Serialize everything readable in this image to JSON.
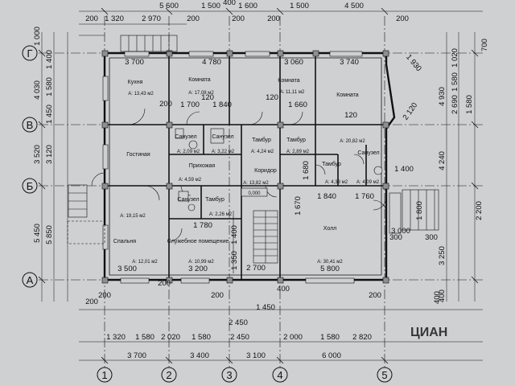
{
  "colors": {
    "paper": "#cfd0d2",
    "ink": "#111111",
    "wall_fill": "#8e8f91",
    "watermark": "#e6e6e6"
  },
  "watermark": "ЦИАН",
  "axes": {
    "vertical": [
      "1",
      "2",
      "3",
      "4",
      "5"
    ],
    "horizontal": [
      "Г",
      "В",
      "Б",
      "А"
    ]
  },
  "rooms": [
    {
      "id": "kitchen",
      "name": "Кухня",
      "area": "A: 13,43 м2"
    },
    {
      "id": "room1",
      "name": "Комната",
      "area": "A: 17,08 м2"
    },
    {
      "id": "room2",
      "name": "Комната",
      "area": "A: 11,11 м2"
    },
    {
      "id": "room3",
      "name": "Комната",
      "area": ""
    },
    {
      "id": "wc1",
      "name": "Санузел",
      "area": "A: 2,09 м2"
    },
    {
      "id": "wc2",
      "name": "Санузел",
      "area": "A: 3,22 м2"
    },
    {
      "id": "vest1",
      "name": "Тамбур",
      "area": "A: 4,24 м2"
    },
    {
      "id": "vest2",
      "name": "Тамбур",
      "area": "A: 2,89 м2"
    },
    {
      "id": "r2082",
      "name": "",
      "area": "A: 20,82 м2"
    },
    {
      "id": "wc3",
      "name": "Санузел",
      "area": ""
    },
    {
      "id": "living",
      "name": "Гостиная",
      "area": ""
    },
    {
      "id": "hallway",
      "name": "Прихожая",
      "area": "A: 4,59 м2"
    },
    {
      "id": "corridor",
      "name": "Коридор",
      "area": "A: 13,82 м2"
    },
    {
      "id": "vest3",
      "name": "Тамбур",
      "area": "A: 4,33 м2"
    },
    {
      "id": "a409",
      "name": "",
      "area": "A: 4,09 м2"
    },
    {
      "id": "wc4",
      "name": "Санузел",
      "area": ""
    },
    {
      "id": "vest4",
      "name": "Тамбур",
      "area": "A: 2,26 м2"
    },
    {
      "id": "a1915",
      "name": "",
      "area": "A: 19,15 м2"
    },
    {
      "id": "bedroom",
      "name": "Спальня",
      "area": "A: 12,01 м2"
    },
    {
      "id": "service",
      "name": "Служебное помещение",
      "area": "A: 10,99 м2"
    },
    {
      "id": "hall",
      "name": "Холл",
      "area": "A: 30,41 м2"
    }
  ],
  "level_mark": "0,000",
  "dims": {
    "top1": [
      "1 320",
      "2 970"
    ],
    "top2": [
      "5 600",
      "1 500",
      "400",
      "1 600",
      "1 500",
      "4 500"
    ],
    "top_misc": [
      "200",
      "200",
      "200",
      "200",
      "200"
    ],
    "bottom1": [
      "1 320",
      "1 580",
      "2 020",
      "1 580",
      "2 450",
      "2 000",
      "1 580",
      "2 820"
    ],
    "bottom2": [
      "3 700",
      "3 400",
      "3 100",
      "6 000"
    ],
    "bottom_misc": [
      "200",
      "200",
      "200",
      "200",
      "400",
      "1 450"
    ],
    "left_outer": [
      "1 000",
      "4 030",
      "3 520",
      "5 450"
    ],
    "left_inner": [
      "1 400",
      "1 580",
      "1 450",
      "3 120",
      "5 850"
    ],
    "right_outer": [
      "700",
      "4 930",
      "4 240",
      "2 200",
      "3 250",
      "400"
    ],
    "right_inner": [
      "1 020",
      "1 580",
      "2 690",
      "1 580"
    ],
    "room_widths": [
      "3 700",
      "4 780",
      "3 060",
      "3 740",
      "3 500",
      "3 200",
      "5 800"
    ],
    "inner_misc": [
      "200",
      "120",
      "1 700",
      "1 840",
      "120",
      "1 660",
      "120",
      "1 840",
      "1 760",
      "1 780",
      "1 670",
      "1 680",
      "1 400",
      "1 930",
      "3 000",
      "2 120",
      "300",
      "1 800",
      "300",
      "200",
      "2 700",
      "1 350",
      "1 400",
      "2 450",
      "400"
    ]
  }
}
